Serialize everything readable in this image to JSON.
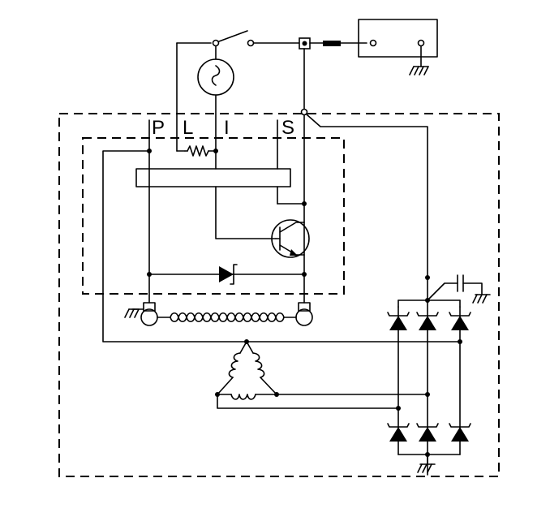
{
  "diagram": {
    "terminals": [
      "P",
      "L",
      "I",
      "S"
    ]
  }
}
